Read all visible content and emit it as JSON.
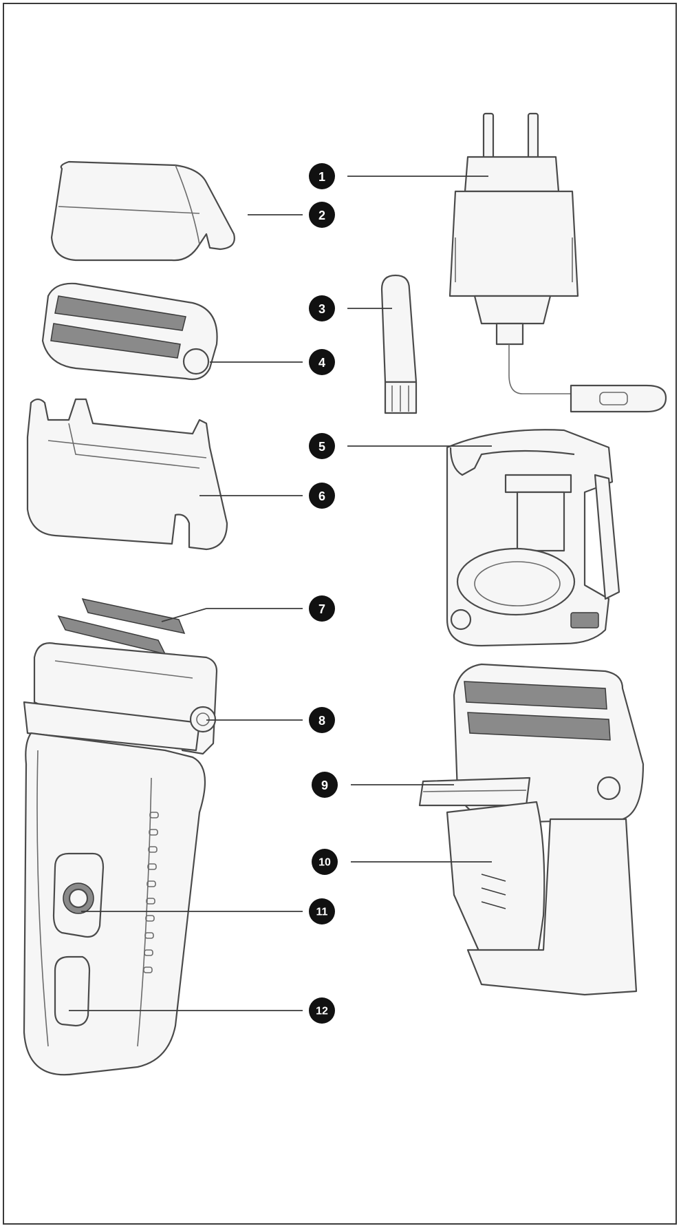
{
  "callouts": [
    {
      "id": "1",
      "label": "1"
    },
    {
      "id": "2",
      "label": "2"
    },
    {
      "id": "3",
      "label": "3"
    },
    {
      "id": "4",
      "label": "4"
    },
    {
      "id": "5",
      "label": "5"
    },
    {
      "id": "6",
      "label": "6"
    },
    {
      "id": "7",
      "label": "7"
    },
    {
      "id": "8",
      "label": "8"
    },
    {
      "id": "9",
      "label": "9"
    },
    {
      "id": "10",
      "label": "10"
    },
    {
      "id": "11",
      "label": "11"
    },
    {
      "id": "12",
      "label": "12"
    }
  ],
  "colors": {
    "badge": "#111111",
    "badge_text": "#ffffff",
    "line_art": "#4a4a4a",
    "frame": "#3a3a3a"
  }
}
